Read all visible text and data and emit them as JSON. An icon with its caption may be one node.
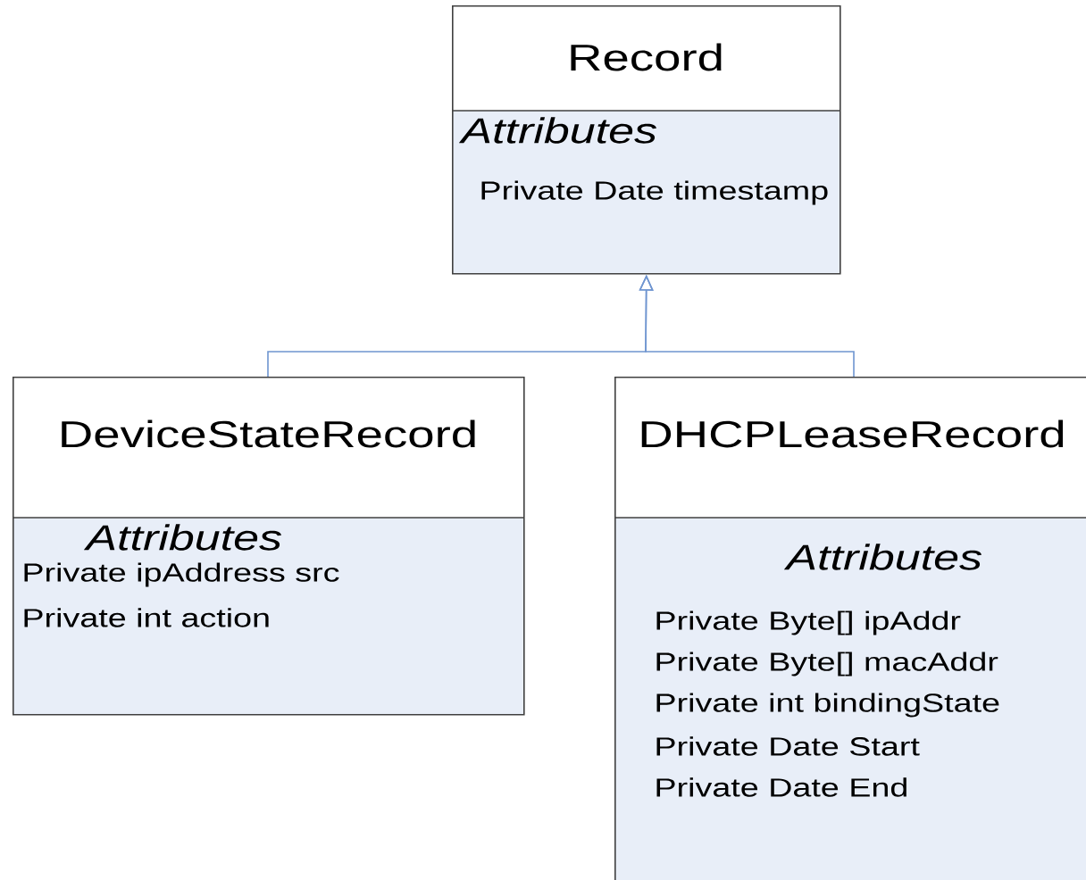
{
  "diagram": {
    "nodes": [
      {
        "text": [
          "Record",
          "Attributes",
          "Private Date timestamp"
        ]
      },
      {
        "text": [
          "DeviceStateRecord",
          "Attributes",
          "Private ipAddress src",
          "Private int action"
        ]
      },
      {
        "text": [
          "DHCPLeaseRecord",
          "Attributes",
          "Private Byte[] ipAddr",
          "Private Byte[] macAddr",
          "Private int bindingState",
          "Private Date Start",
          "Private Date End"
        ]
      }
    ],
    "edges": [
      {
        "from": 1,
        "to": 0,
        "arrow": "to"
      },
      {
        "from": 2,
        "to": 0,
        "arrow": "to"
      }
    ]
  }
}
